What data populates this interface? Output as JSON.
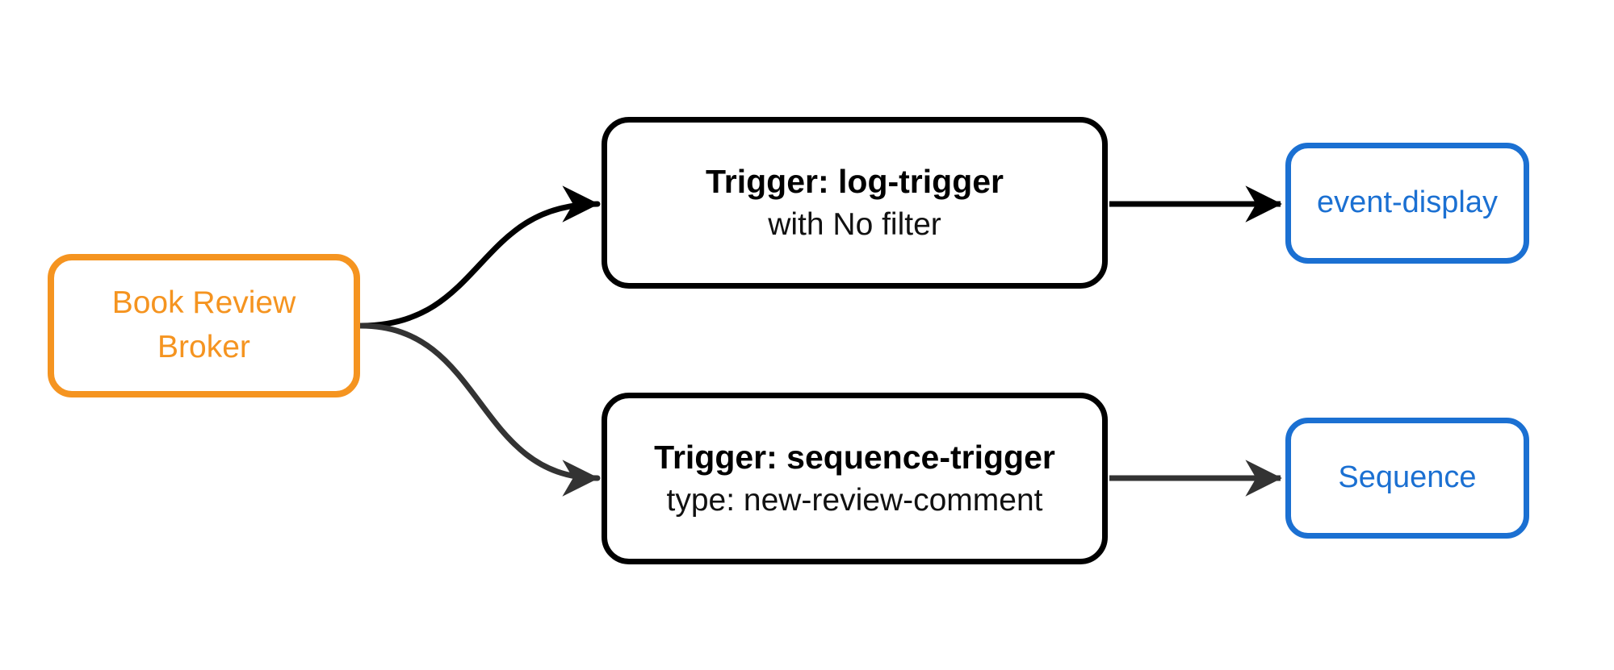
{
  "diagram": {
    "background": "#ffffff",
    "colors": {
      "orange": "#F59420",
      "blue": "#1B70D2",
      "edge_black": "#000000",
      "edge_gray": "#333333"
    },
    "nodes": {
      "broker": {
        "label": "Book Review\nBroker"
      },
      "trigger_log": {
        "title": "Trigger: log-trigger",
        "subtitle": "with No filter"
      },
      "trigger_sequence": {
        "title": "Trigger: sequence-trigger",
        "subtitle": "type: new-review-comment"
      },
      "event_display": {
        "label": "event-display"
      },
      "sequence": {
        "label": "Sequence"
      }
    },
    "edges": [
      {
        "from": "broker",
        "to": "trigger_log"
      },
      {
        "from": "broker",
        "to": "trigger_sequence"
      },
      {
        "from": "trigger_log",
        "to": "event_display"
      },
      {
        "from": "trigger_sequence",
        "to": "sequence"
      }
    ]
  }
}
